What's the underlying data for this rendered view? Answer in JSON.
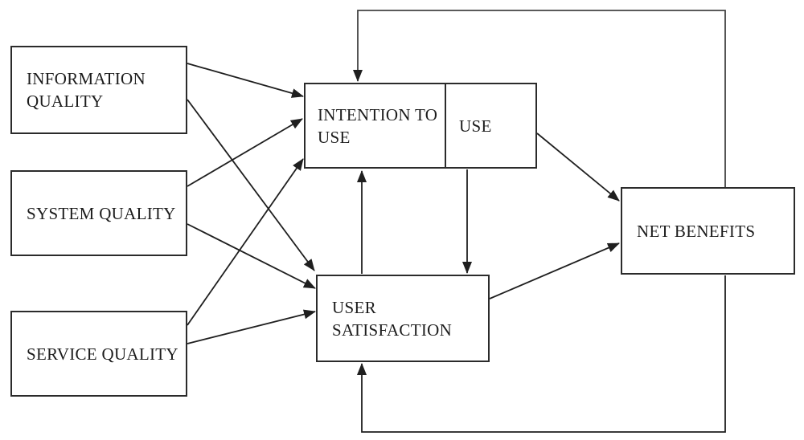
{
  "diagram_type": "flow-diagram",
  "nodes": {
    "information_quality": {
      "label": "INFORMATION QUALITY"
    },
    "system_quality": {
      "label": "SYSTEM QUALITY"
    },
    "service_quality": {
      "label": "SERVICE QUALITY"
    },
    "intention_to_use": {
      "label": "INTENTION TO USE"
    },
    "use": {
      "label": "USE"
    },
    "user_satisfaction": {
      "label": "USER SATISFACTION"
    },
    "net_benefits": {
      "label": "NET BENEFITS"
    }
  },
  "edges": [
    {
      "from": "INFORMATION QUALITY",
      "to": "INTENTION TO USE"
    },
    {
      "from": "INFORMATION QUALITY",
      "to": "USER SATISFACTION"
    },
    {
      "from": "SYSTEM QUALITY",
      "to": "INTENTION TO USE"
    },
    {
      "from": "SYSTEM QUALITY",
      "to": "USER SATISFACTION"
    },
    {
      "from": "SERVICE QUALITY",
      "to": "INTENTION TO USE"
    },
    {
      "from": "SERVICE QUALITY",
      "to": "USER SATISFACTION"
    },
    {
      "from": "USER SATISFACTION",
      "to": "INTENTION TO USE"
    },
    {
      "from": "USE",
      "to": "USER SATISFACTION"
    },
    {
      "from": "USE",
      "to": "NET BENEFITS"
    },
    {
      "from": "USER SATISFACTION",
      "to": "NET BENEFITS"
    },
    {
      "from": "NET BENEFITS",
      "to": "INTENTION TO USE",
      "type": "feedback-loop"
    },
    {
      "from": "NET BENEFITS",
      "to": "USER SATISFACTION",
      "type": "feedback-loop"
    }
  ],
  "colors": {
    "background": "#ffffff",
    "box_border": "#2b2b2b",
    "text": "#1c1c1c",
    "arrow": "#1f1f1f",
    "feedback_top_line": "#434343",
    "feedback_bottom_line": "#1f1f1f"
  }
}
